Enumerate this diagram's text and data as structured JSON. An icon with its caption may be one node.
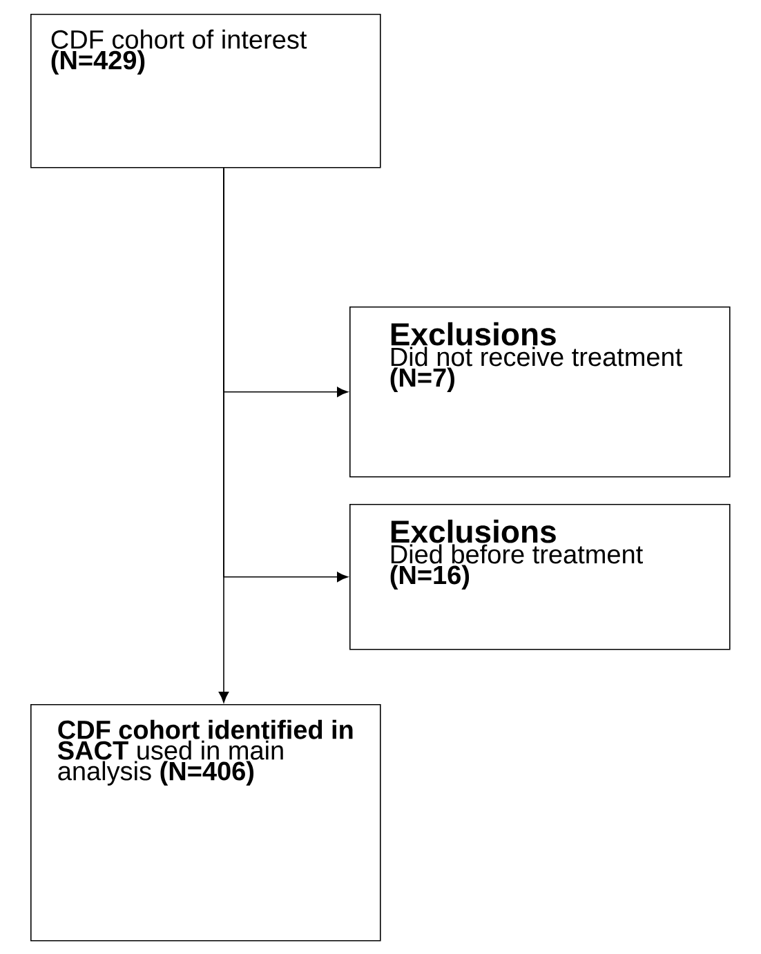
{
  "diagram": {
    "nodes": [
      {
        "text": [
          "CDF cohort of interest **(N=429)**"
        ]
      },
      {
        "text": [
          "Exclusions",
          "Did not receive treatment **(N=7)**"
        ]
      },
      {
        "text": [
          "Exclusions",
          "Died before treatment **(N=16)**"
        ]
      },
      {
        "text": [
          "**CDF cohort identified in SACT** used in main analysis **(N=406)**"
        ]
      }
    ],
    "edges": [
      {
        "from": 0,
        "to": 3,
        "arrow": "to"
      },
      {
        "from": 0,
        "to": 1,
        "arrow": "to"
      },
      {
        "from": 0,
        "to": 2,
        "arrow": "to"
      }
    ]
  }
}
